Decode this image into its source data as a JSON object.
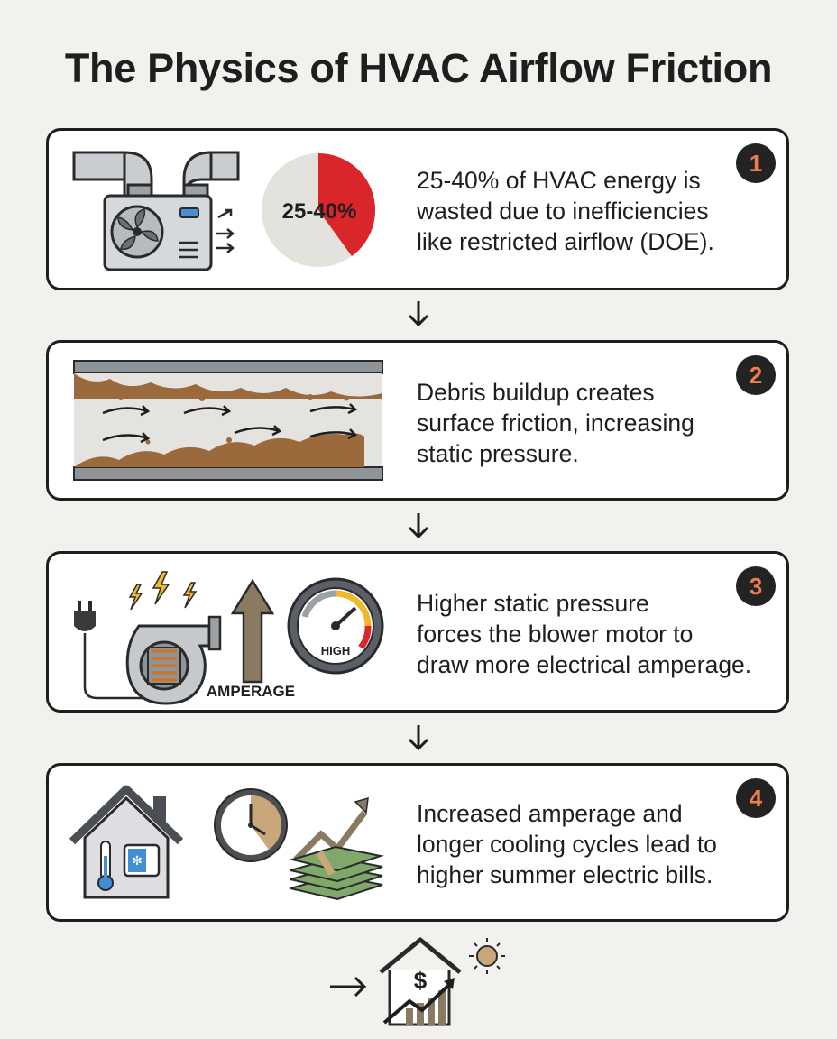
{
  "title": "The Physics of HVAC Airflow Friction",
  "steps": [
    {
      "number": "1",
      "text": "25-40% of HVAC energy is\nwasted due to inefficiencies\nlike restricted airflow (DOE).",
      "pie_label": "25-40%",
      "wasted_fraction": 0.4,
      "icons": [
        "ac-unit-icon",
        "pie-chart-icon"
      ]
    },
    {
      "number": "2",
      "text": "Debris buildup creates\nsurface friction, increasing\nstatic pressure.",
      "icons": [
        "clogged-duct-icon"
      ]
    },
    {
      "number": "3",
      "text": "Higher static pressure\nforces the blower motor to\ndraw more electrical amperage.",
      "amperage_label": "AMPERAGE",
      "gauge_label": "HIGH",
      "icons": [
        "plug-icon",
        "lightning-icon",
        "blower-motor-icon",
        "up-arrow-icon",
        "pressure-gauge-icon"
      ]
    },
    {
      "number": "4",
      "text": "Increased amperage and\nlonger cooling cycles lead to\nhigher summer electric bills.",
      "icons": [
        "house-thermostat-icon",
        "clock-icon",
        "money-rising-icon"
      ]
    }
  ],
  "footer": {
    "dollar_sign": "$",
    "icons": [
      "right-arrow-icon",
      "house-cost-chart-icon",
      "sun-icon"
    ]
  },
  "colors": {
    "badge_number": "#ee7c4c",
    "accent_red": "#e02a2a",
    "debris": "#9a6a3c",
    "arrow_brown": "#8a7a62",
    "border": "#1e1e1e"
  }
}
